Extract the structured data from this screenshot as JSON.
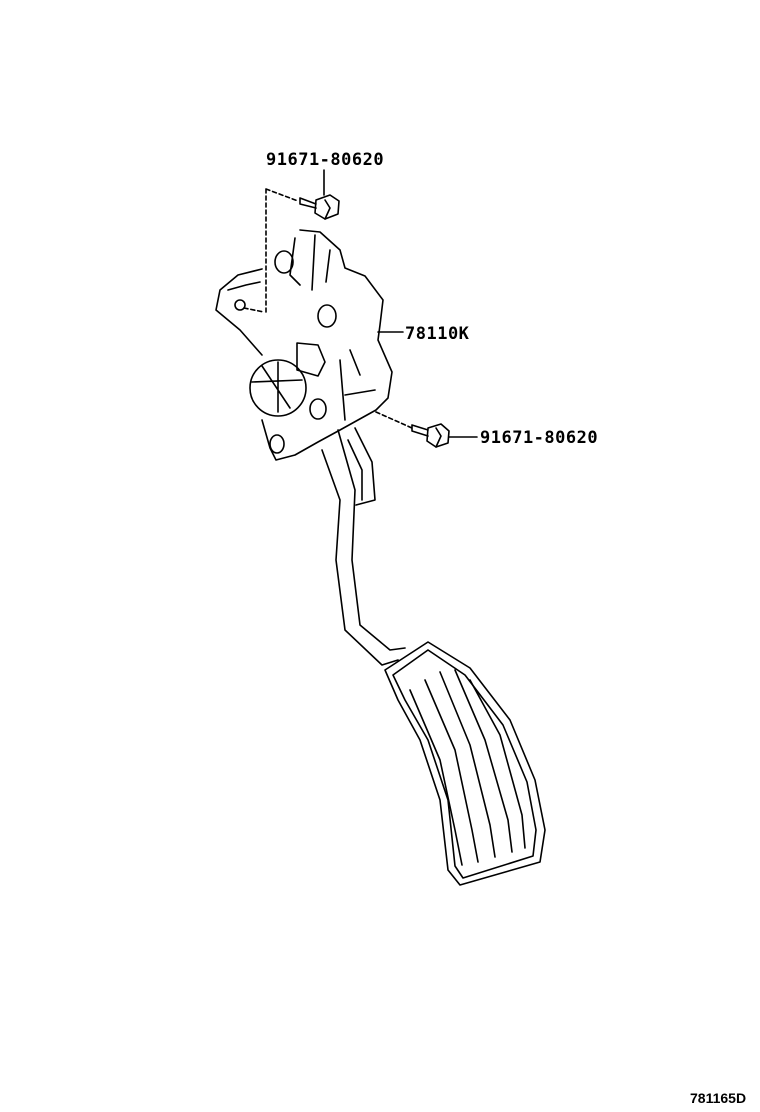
{
  "labels": {
    "bolt_top": "91671-80620",
    "pedal_assembly": "78110K",
    "bolt_right": "91671-80620"
  },
  "illustration_code": "781165D"
}
